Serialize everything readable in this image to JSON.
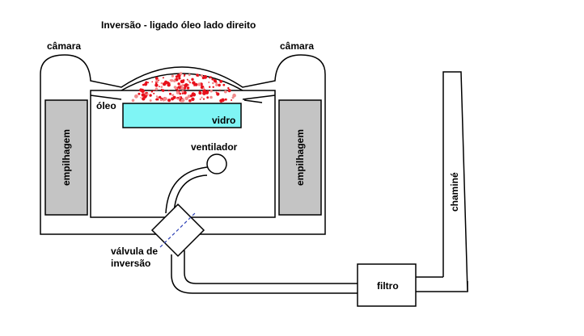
{
  "title": "Inversão  -  ligado óleo lado direito",
  "labels": {
    "camara_left": "câmara",
    "camara_right": "câmara",
    "oleo": "óleo",
    "vidro": "vidro",
    "ventilador": "ventilador",
    "empilhagem_left": "empilhagem",
    "empilhagem_right": "empilhagem",
    "valvula_line1": "válvula de",
    "valvula_line2": "inversão",
    "filtro": "filtro",
    "chamine": "chaminé"
  },
  "colors": {
    "glass": "#7ff5f5",
    "stack": "#c4c4c4",
    "flame": "#e8101b",
    "valve_dash": "#2b3fb5",
    "outline": "#000000"
  }
}
